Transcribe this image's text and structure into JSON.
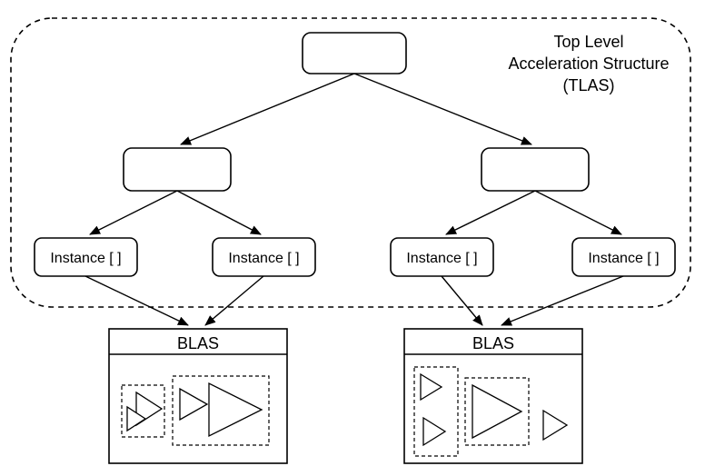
{
  "diagram": {
    "title_lines": [
      "Top Level",
      "Acceleration Structure",
      "(TLAS)"
    ],
    "instances": [
      {
        "label": "Instance [ ]"
      },
      {
        "label": "Instance [ ]"
      },
      {
        "label": "Instance [ ]"
      },
      {
        "label": "Instance [ ]"
      }
    ],
    "blas": [
      {
        "label": "BLAS"
      },
      {
        "label": "BLAS"
      }
    ],
    "colors": {
      "stroke": "#000000",
      "background": "#ffffff"
    }
  }
}
